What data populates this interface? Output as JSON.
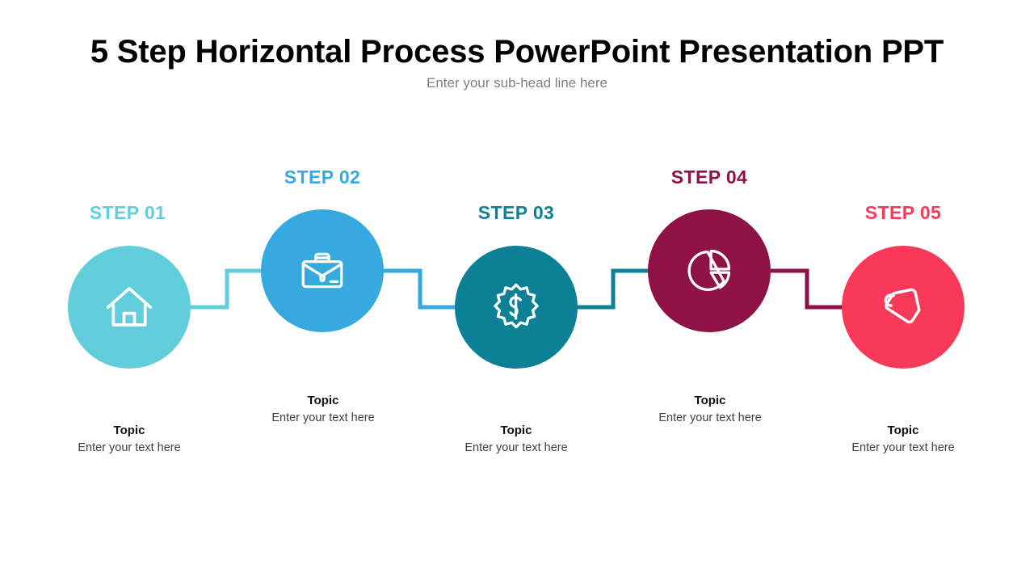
{
  "slide": {
    "title": "5 Step Horizontal Process PowerPoint Presentation PPT",
    "subtitle": "Enter your sub-head line here",
    "background": "#ffffff",
    "title_color": "#010101",
    "subtitle_color": "#7f7f7f"
  },
  "steps": [
    {
      "label": "STEP 01",
      "icon": "home-icon",
      "color": "#62cedb",
      "topic": "Topic",
      "desc": "Enter your text here",
      "row": "low"
    },
    {
      "label": "STEP 02",
      "icon": "briefcase-icon",
      "color": "#36aadf",
      "topic": "Topic",
      "desc": "Enter your text here",
      "row": "high"
    },
    {
      "label": "STEP 03",
      "icon": "gear-dollar-icon",
      "color": "#0c8195",
      "topic": "Topic",
      "desc": "Enter your text here",
      "row": "low"
    },
    {
      "label": "STEP 04",
      "icon": "pie-chart-icon",
      "color": "#8e1246",
      "topic": "Topic",
      "desc": "Enter your text here",
      "row": "high"
    },
    {
      "label": "STEP 05",
      "icon": "price-tag-icon",
      "color": "#f9395a",
      "topic": "Topic",
      "desc": "Enter your text here",
      "row": "low"
    }
  ],
  "connectors": [
    {
      "from": "STEP 01",
      "to": "STEP 02",
      "color": "#62cedb",
      "direction": "up"
    },
    {
      "from": "STEP 02",
      "to": "STEP 03",
      "color": "#36aadf",
      "direction": "down"
    },
    {
      "from": "STEP 03",
      "to": "STEP 04",
      "color": "#0c8195",
      "direction": "up"
    },
    {
      "from": "STEP 04",
      "to": "STEP 05",
      "color": "#8e1246",
      "direction": "down"
    }
  ]
}
